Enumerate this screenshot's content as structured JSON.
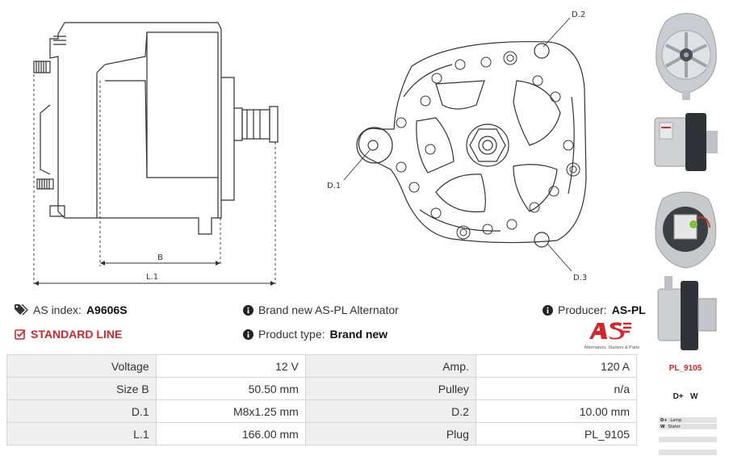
{
  "drawing": {
    "label_b": "B",
    "label_l1": "L.1",
    "label_d1": "D.1",
    "label_d2": "D.2",
    "label_d3": "D.3"
  },
  "info": {
    "as_index_label": "AS index:",
    "as_index_value": "A9606S",
    "line_label": "STANDARD LINE",
    "brand_text": "Brand new AS-PL Alternator",
    "type_label": "Product type:",
    "type_value": "Brand new",
    "producer_label": "Producer:",
    "producer_value": "AS-PL",
    "logo_tagline": "Alternators, Starters & Parts"
  },
  "specs": [
    {
      "label": "Voltage",
      "value": "12 V",
      "label2": "Amp.",
      "value2": "120 A"
    },
    {
      "label": "Size B",
      "value": "50.50 mm",
      "label2": "Pulley",
      "value2": "n/a"
    },
    {
      "label": "D.1",
      "value": "M8x1.25 mm",
      "label2": "D.2",
      "value2": "10.00 mm"
    },
    {
      "label": "L.1",
      "value": "166.00 mm",
      "label2": "Plug",
      "value2": "PL_9105"
    }
  ],
  "side": {
    "plug_name": "PL_9105",
    "terminals": "D+   W",
    "legend": [
      {
        "key": "D+",
        "desc": "Lamp"
      },
      {
        "key": "W",
        "desc": "Stator"
      }
    ]
  },
  "colors": {
    "accent_red": "#d7262b",
    "line": "#333333",
    "table_label_bg": "#efefef"
  }
}
